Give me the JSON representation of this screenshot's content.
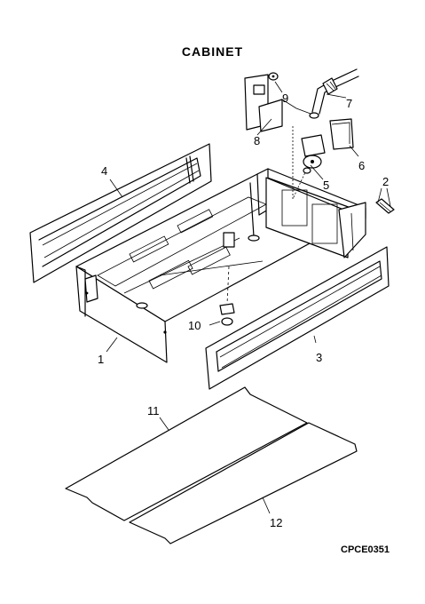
{
  "diagram": {
    "title": "CABINET",
    "code": "CPCE0351",
    "callouts": [
      {
        "id": "1",
        "label": "1"
      },
      {
        "id": "2",
        "label": "2"
      },
      {
        "id": "3",
        "label": "3"
      },
      {
        "id": "4",
        "label": "4"
      },
      {
        "id": "5",
        "label": "5"
      },
      {
        "id": "6",
        "label": "6"
      },
      {
        "id": "7",
        "label": "7"
      },
      {
        "id": "8",
        "label": "8"
      },
      {
        "id": "9",
        "label": "9"
      },
      {
        "id": "10",
        "label": "10"
      },
      {
        "id": "11",
        "label": "11"
      },
      {
        "id": "12",
        "label": "12"
      }
    ]
  }
}
